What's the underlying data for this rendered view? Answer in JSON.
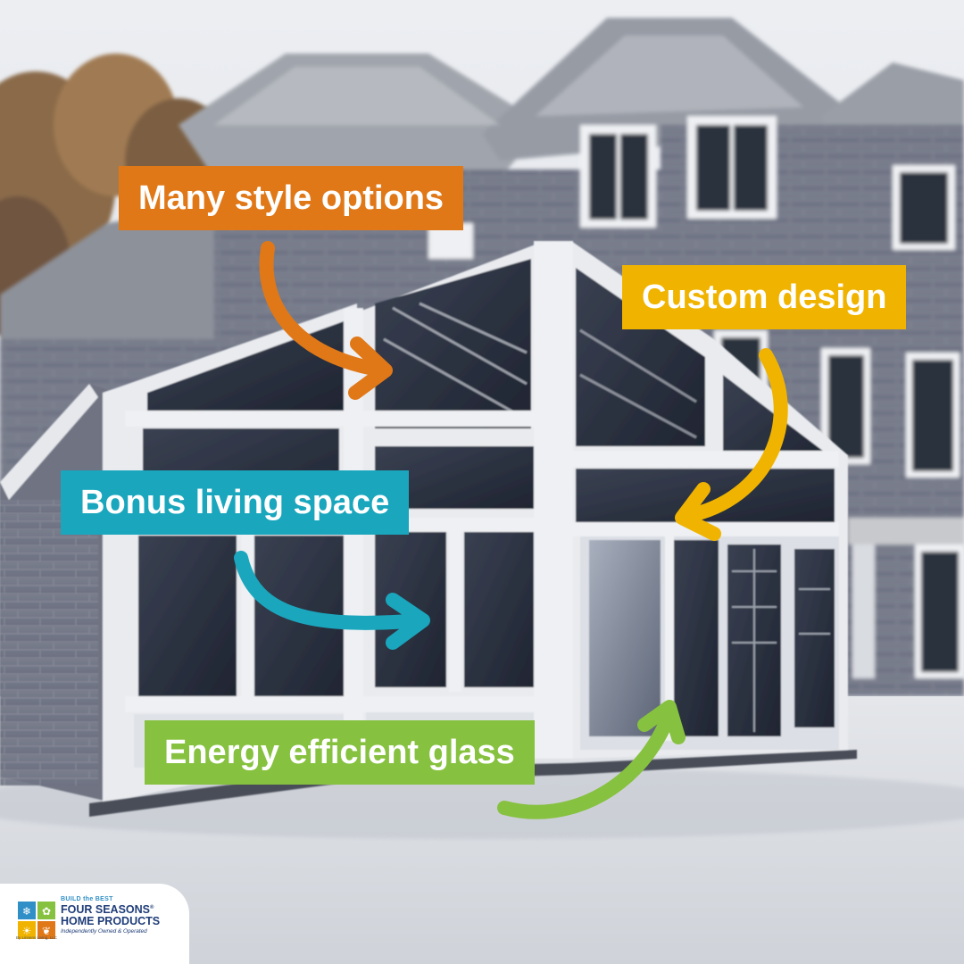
{
  "callouts": {
    "style": {
      "text": "Many style options",
      "color": "#e07818"
    },
    "custom": {
      "text": "Custom design",
      "color": "#f0b400"
    },
    "bonus": {
      "text": "Bonus living space",
      "color": "#1aa6bd"
    },
    "energy": {
      "text": "Energy efficient glass",
      "color": "#86c13f"
    }
  },
  "logo": {
    "tagline": "BUILD the BEST",
    "brand_line1": "FOUR SEASONS",
    "registered": "®",
    "brand_line2": "HOME PRODUCTS",
    "subtitle": "Independently Owned & Operated",
    "small_print": "By Linnens Living, LLC",
    "square_colors": [
      "#2f8fc6",
      "#86c13f",
      "#f0b400",
      "#e07818"
    ]
  }
}
